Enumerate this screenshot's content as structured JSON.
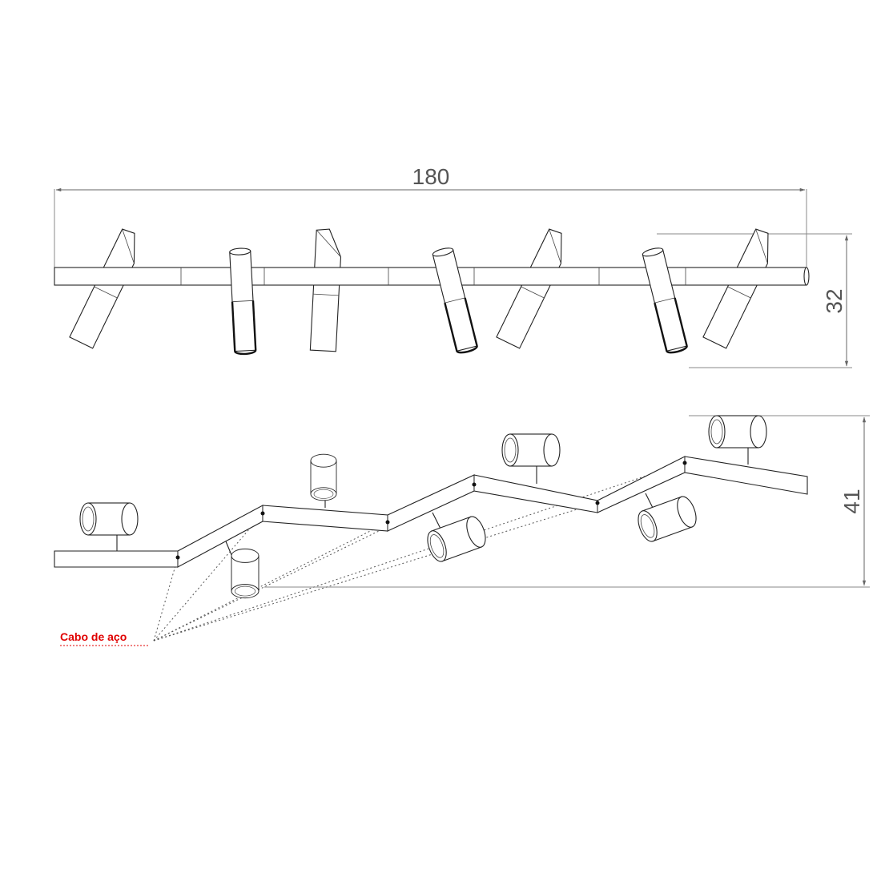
{
  "dimensions": {
    "length": "180",
    "height_top_view": "32",
    "height_side_view": "41"
  },
  "callout": {
    "label": "Cabo de aço",
    "color": "#e00000"
  },
  "colors": {
    "line": "#222222",
    "dimension": "#666666"
  }
}
